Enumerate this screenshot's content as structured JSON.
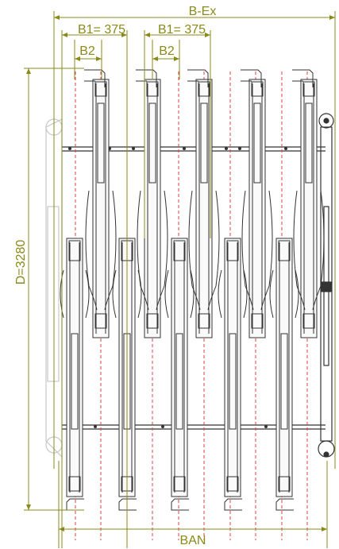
{
  "dimensions": {
    "b_ex": "B-Ex",
    "b1_left": "B1= 375",
    "b1_right": "B1= 375",
    "b2_left": "B2",
    "b2_right": "B2",
    "depth": "D=3280",
    "ban": "BAN"
  },
  "colors": {
    "dimension": "#8a8a1a",
    "centerline": "#e04040",
    "structure": "#333333",
    "ghost": "#c8c8c8"
  }
}
